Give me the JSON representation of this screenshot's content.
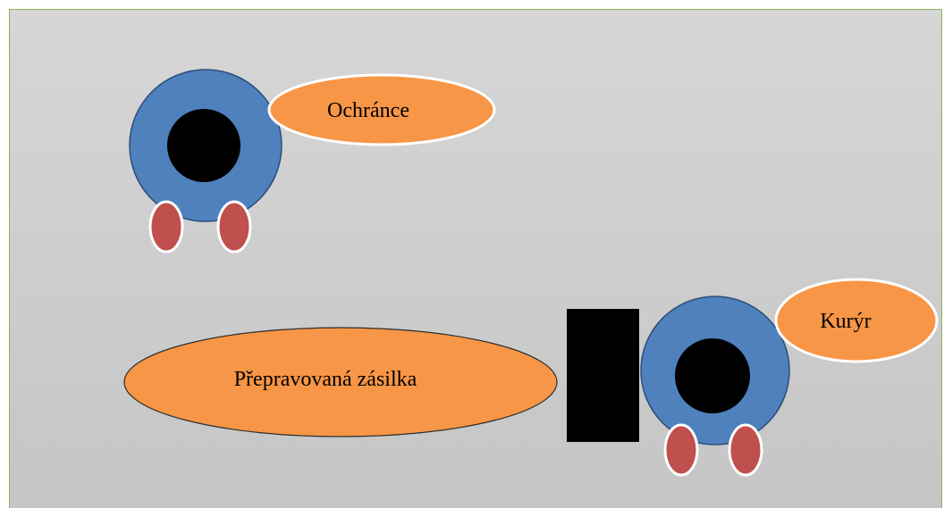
{
  "labels": {
    "guard": "Ochránce",
    "courier": "Kurýr",
    "shipment": "Přepravovaná zásilka"
  },
  "colors": {
    "background": "#cfcfcf",
    "frame_border": "#8db35a",
    "body_blue": "#4f81bd",
    "head": "#000000",
    "feet": "#c0504d",
    "bubble_orange": "#f79646",
    "package": "#000000"
  }
}
